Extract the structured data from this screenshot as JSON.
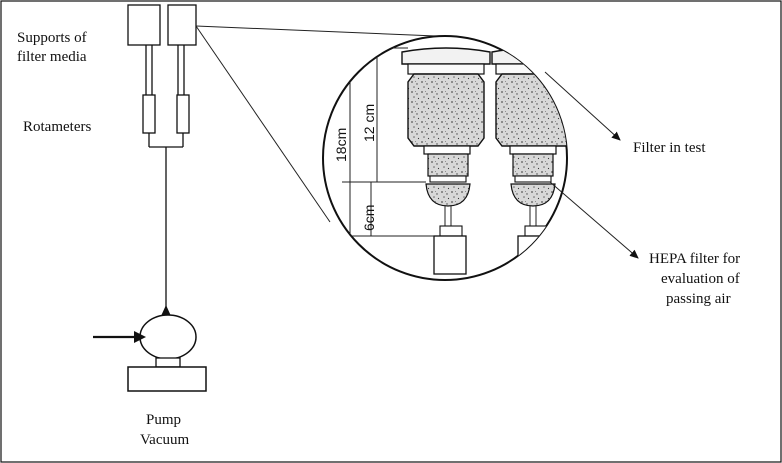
{
  "labels": {
    "supports_line1": "Supports of",
    "supports_line2": "filter media",
    "rotameters": "Rotameters",
    "pump": "Pump",
    "vacuum": "Vacuum",
    "filter_in_test": "Filter in test",
    "hepa_line1": "HEPA filter for",
    "hepa_line2": "evaluation of",
    "hepa_line3": "passing air"
  },
  "dimensions": {
    "total": "18cm",
    "upper": "12 cm",
    "lower": "6cm"
  }
}
